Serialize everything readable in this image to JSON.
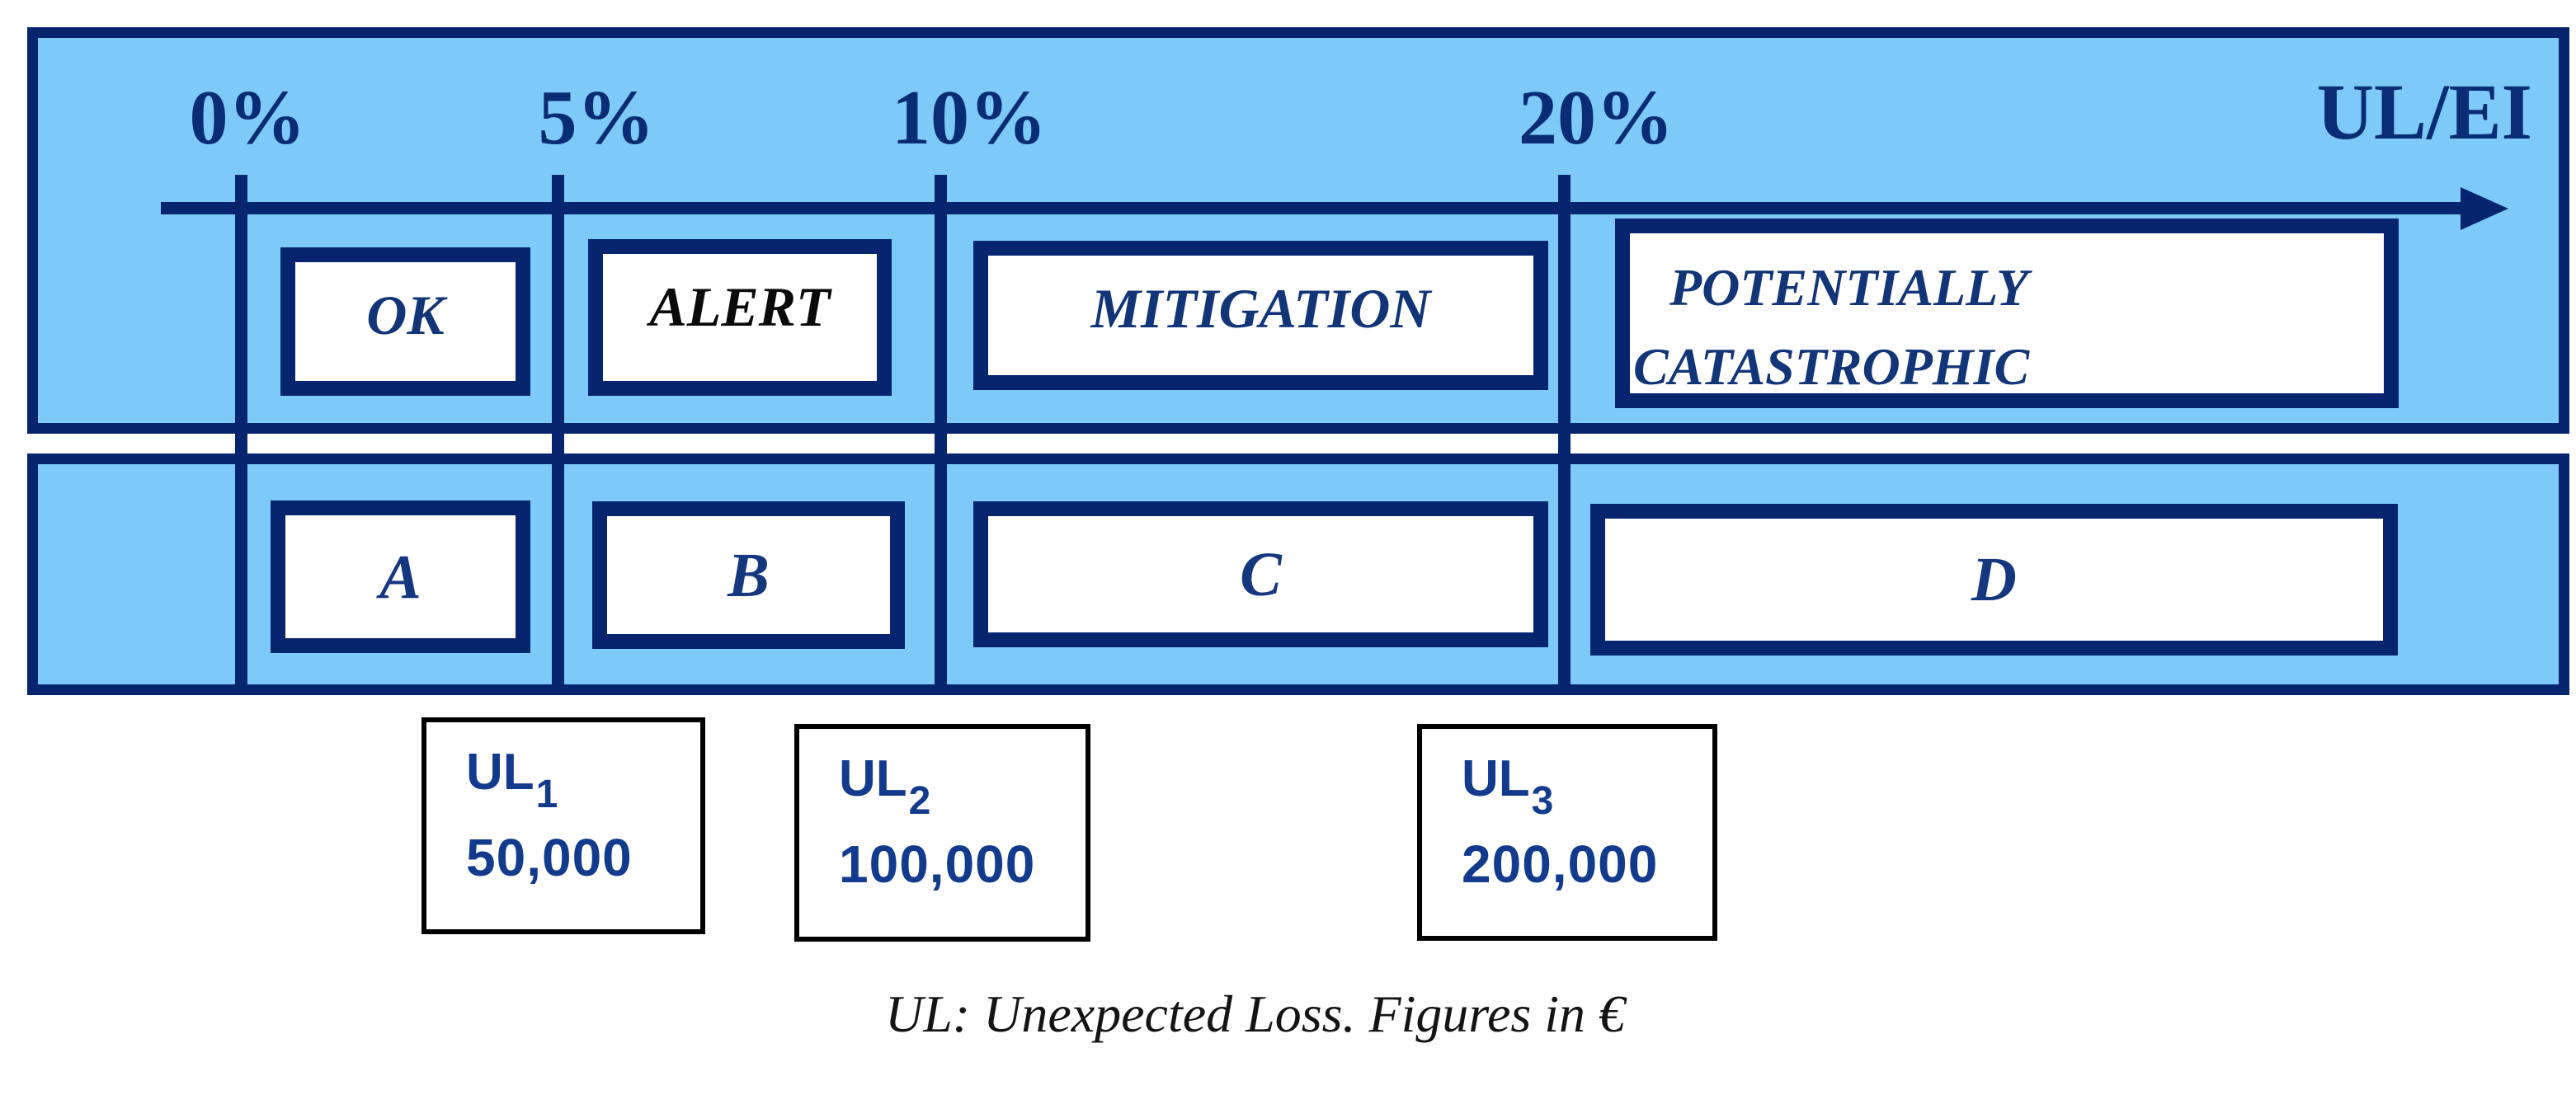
{
  "diagram": {
    "axis": {
      "unit_label": "UL/EI",
      "ticks": [
        {
          "label": "0%"
        },
        {
          "label": "5%"
        },
        {
          "label": "10%"
        },
        {
          "label": "20%"
        }
      ]
    },
    "zones": [
      {
        "label": "OK"
      },
      {
        "label": "ALERT"
      },
      {
        "label": "MITIGATION"
      },
      {
        "label_line1": "POTENTIALLY",
        "label_line2": "CATASTROPHIC"
      }
    ],
    "grades": [
      {
        "label": "A"
      },
      {
        "label": "B"
      },
      {
        "label": "C"
      },
      {
        "label": "D"
      }
    ],
    "thresholds": [
      {
        "name": "UL",
        "sub": "1",
        "value": "50,000"
      },
      {
        "name": "UL",
        "sub": "2",
        "value": "100,000"
      },
      {
        "name": "UL",
        "sub": "3",
        "value": "200,000"
      }
    ],
    "caption": "UL: Unexpected Loss. Figures in €"
  },
  "colors": {
    "panel_bg": "#7DCAF8",
    "navy": "#07246F",
    "tick_label": "#0A2C74",
    "zone_label": "#123577",
    "alert_label": "#0A0A0A",
    "grade_label": "#15377D",
    "ul_text": "#123B8D",
    "box_bg": "#FFFFFF",
    "ul_box_border": "#000000",
    "caption": "#141414"
  }
}
